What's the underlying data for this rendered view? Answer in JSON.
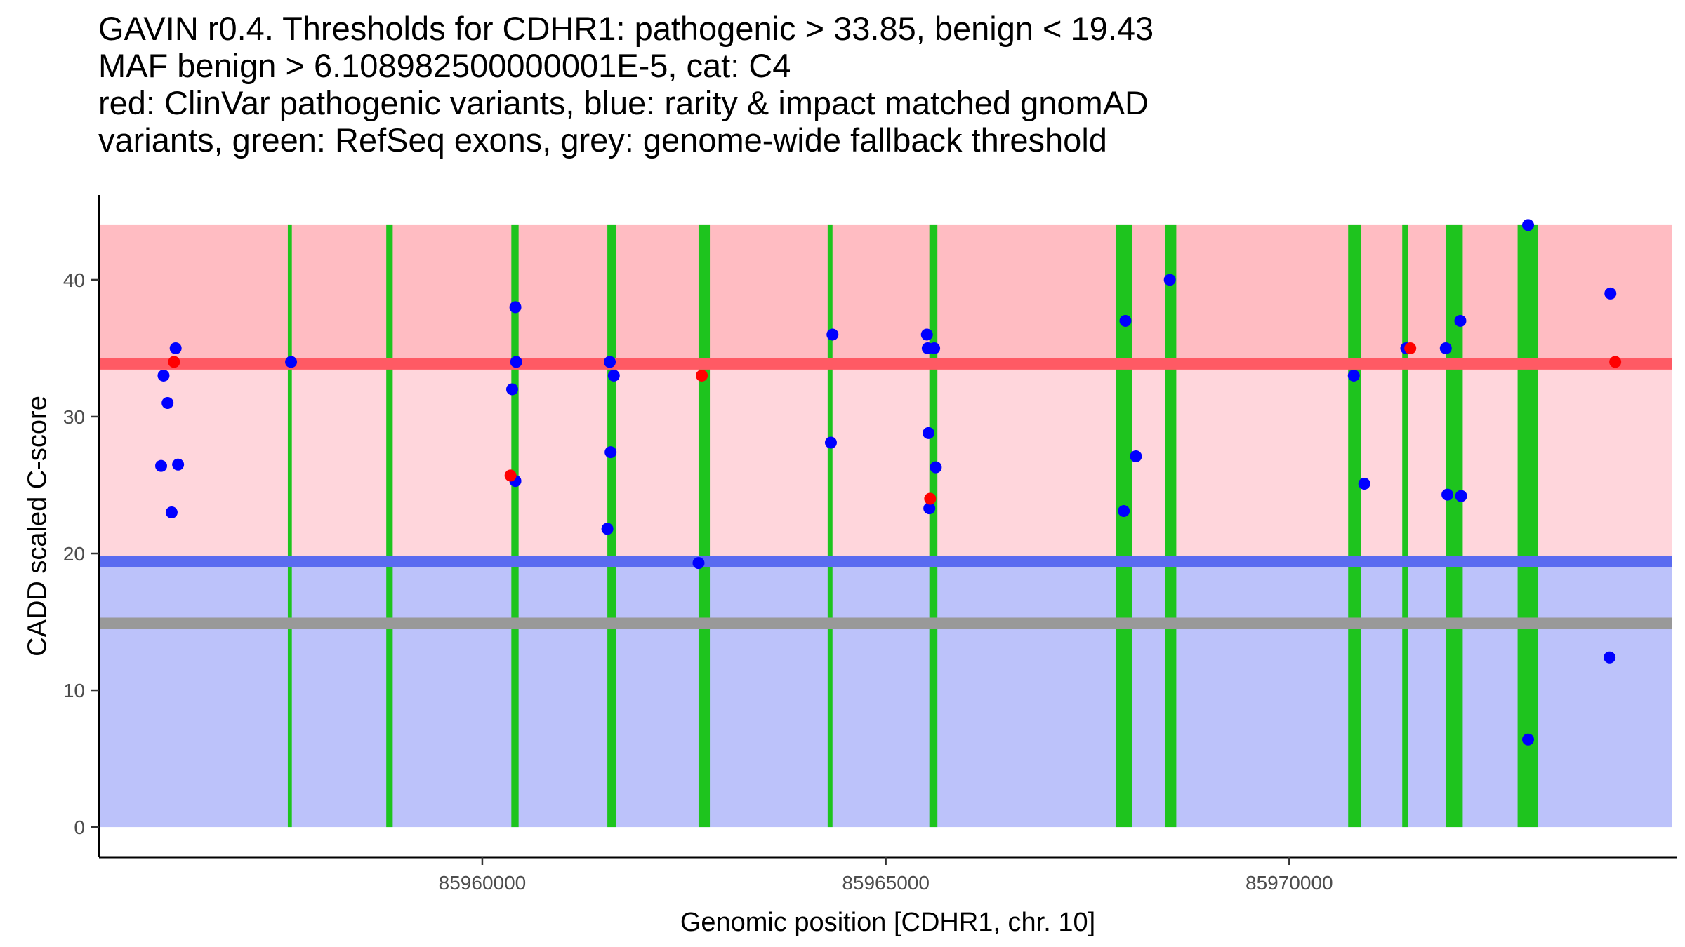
{
  "title_lines": [
    "GAVIN r0.4. Thresholds for CDHR1: pathogenic > 33.85, benign < 19.43",
    "MAF benign > 6.108982500000001E-5, cat: C4",
    "red: ClinVar pathogenic variants, blue: rarity & impact matched gnomAD",
    "variants, green: RefSeq exons, grey: genome-wide fallback threshold"
  ],
  "chart_data": {
    "type": "scatter",
    "xlabel": "Genomic position [CDHR1, chr. 10]",
    "ylabel": "CADD scaled C-score",
    "xlim": [
      85955250,
      85974800
    ],
    "ylim": [
      -2.2,
      46.2
    ],
    "x_ticks": [
      85960000,
      85965000,
      85970000
    ],
    "x_tick_labels": [
      "85960000",
      "85965000",
      "85970000"
    ],
    "y_ticks": [
      0,
      10,
      20,
      30,
      40
    ],
    "y_tick_labels": [
      "0",
      "10",
      "20",
      "30",
      "40"
    ],
    "grid": false,
    "legend": "none",
    "x_region": [
      85955250,
      85974740
    ],
    "regions": [
      {
        "name": "pathogenic",
        "y0": 33.85,
        "y1": 44,
        "color": "#ffbcc2"
      },
      {
        "name": "intermediate",
        "y0": 19.43,
        "y1": 33.85,
        "color": "#ffd6dc"
      },
      {
        "name": "benign",
        "y0": 0,
        "y1": 19.43,
        "color": "#bcc2fa"
      }
    ],
    "threshold_lines": [
      {
        "name": "pathogenic",
        "y": 33.85,
        "color": "#ff5a64"
      },
      {
        "name": "benign",
        "y": 19.43,
        "color": "#5a6bf0"
      },
      {
        "name": "fallback",
        "y": 14.9,
        "color": "#999999"
      }
    ],
    "exons": [
      [
        85957590,
        85957640
      ],
      [
        85958810,
        85958890
      ],
      [
        85960360,
        85960450
      ],
      [
        85961550,
        85961660
      ],
      [
        85962680,
        85962820
      ],
      [
        85964280,
        85964340
      ],
      [
        85965540,
        85965640
      ],
      [
        85967850,
        85968050
      ],
      [
        85968460,
        85968600
      ],
      [
        85970730,
        85970890
      ],
      [
        85971400,
        85971470
      ],
      [
        85971940,
        85972150
      ],
      [
        85972830,
        85973080
      ]
    ],
    "series": [
      {
        "name": "ClinVar pathogenic",
        "color": "#ff0000",
        "points": [
          [
            85956180,
            34.0
          ],
          [
            85960350,
            25.7
          ],
          [
            85962720,
            33.0
          ],
          [
            85965550,
            24.0
          ],
          [
            85971500,
            35.0
          ],
          [
            85974040,
            34.0
          ]
        ]
      },
      {
        "name": "gnomAD matched",
        "color": "#0000ff",
        "points": [
          [
            85956050,
            33.0
          ],
          [
            85956100,
            31.0
          ],
          [
            85956200,
            35.0
          ],
          [
            85956020,
            26.4
          ],
          [
            85956230,
            26.5
          ],
          [
            85956150,
            23.0
          ],
          [
            85957630,
            34.0
          ],
          [
            85960370,
            32.0
          ],
          [
            85960410,
            38.0
          ],
          [
            85960420,
            34.0
          ],
          [
            85960410,
            25.3
          ],
          [
            85961580,
            34.0
          ],
          [
            85961630,
            33.0
          ],
          [
            85961590,
            27.4
          ],
          [
            85961550,
            21.8
          ],
          [
            85962680,
            19.3
          ],
          [
            85964340,
            36.0
          ],
          [
            85964320,
            28.1
          ],
          [
            85965510,
            36.0
          ],
          [
            85965520,
            35.0
          ],
          [
            85965600,
            35.0
          ],
          [
            85965530,
            28.8
          ],
          [
            85965620,
            26.3
          ],
          [
            85965540,
            23.3
          ],
          [
            85967970,
            37.0
          ],
          [
            85967950,
            23.1
          ],
          [
            85968100,
            27.1
          ],
          [
            85968520,
            40.0
          ],
          [
            85970800,
            33.0
          ],
          [
            85970930,
            25.1
          ],
          [
            85971450,
            35.0
          ],
          [
            85971940,
            35.0
          ],
          [
            85972120,
            37.0
          ],
          [
            85971960,
            24.3
          ],
          [
            85972130,
            24.2
          ],
          [
            85972960,
            44.0
          ],
          [
            85972960,
            6.4
          ],
          [
            85973980,
            39.0
          ],
          [
            85973970,
            12.4
          ]
        ]
      }
    ]
  }
}
